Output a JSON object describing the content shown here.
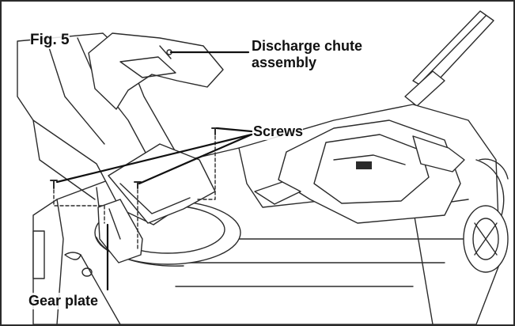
{
  "figure": {
    "fig_label": "Fig. 5",
    "callouts": {
      "chute_line1": "Discharge chute",
      "chute_line2": "assembly",
      "screws": "Screws",
      "gear_plate": "Gear plate"
    },
    "colors": {
      "line": "#2b2b2b",
      "leader": "#111111",
      "paper": "#ffffff"
    }
  }
}
